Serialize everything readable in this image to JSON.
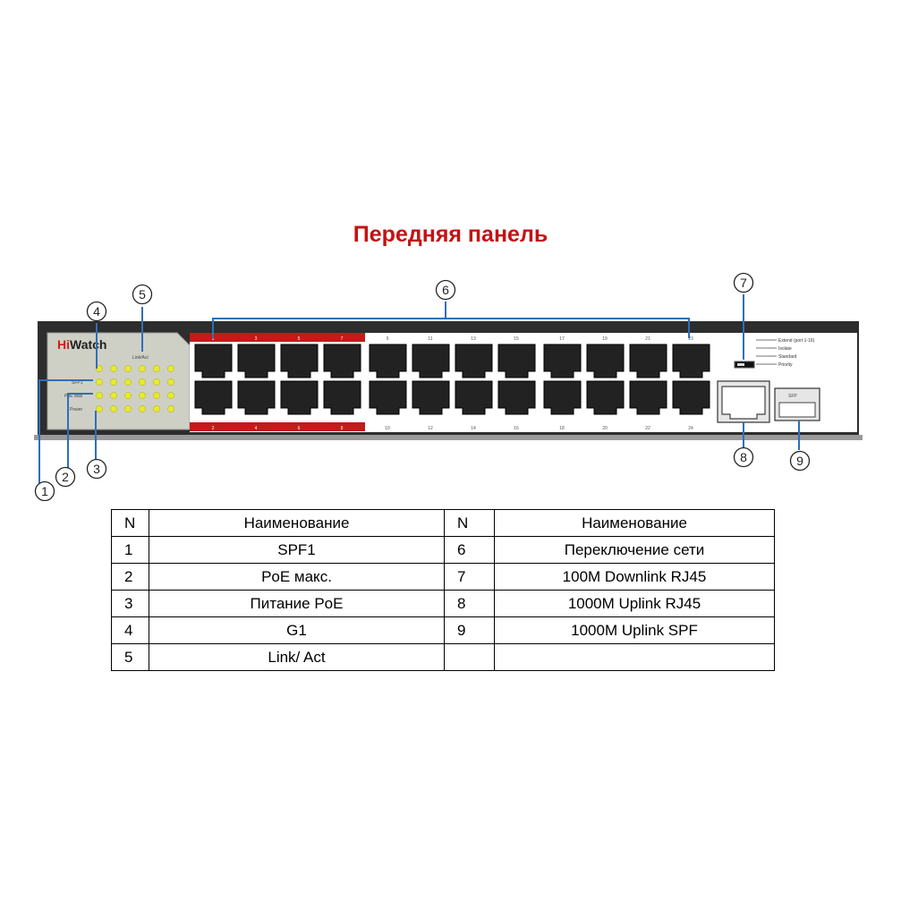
{
  "title": "Передняя панель",
  "colors": {
    "title": "#c41212",
    "chassis": "#2d2d2d",
    "led_panel": "#cfd0c5",
    "led": "#e6ea2e",
    "port_band_red": "#c41a1a",
    "callout": "#2f6fb7"
  },
  "device": {
    "brand_hi": "Hi",
    "brand_rest": "Watch",
    "led_panel_label": "Link/Act",
    "left_labels": [
      "SFP1",
      "PoE Max",
      "Power"
    ],
    "top_port_numbers": [
      "1",
      "3",
      "5",
      "7",
      "9",
      "11",
      "13",
      "15",
      "17",
      "19",
      "21",
      "23"
    ],
    "bottom_port_numbers": [
      "2",
      "4",
      "6",
      "8",
      "10",
      "12",
      "14",
      "16",
      "18",
      "20",
      "22",
      "24"
    ],
    "switch_labels": [
      "Extend (port 1-16)",
      "Isolate",
      "Standard",
      "Priority"
    ],
    "sfp_label": "SFP"
  },
  "callouts": [
    "1",
    "2",
    "3",
    "4",
    "5",
    "6",
    "7",
    "8",
    "9"
  ],
  "table": {
    "headers": [
      "N",
      "Наименование",
      "N",
      "Наименование"
    ],
    "rows": [
      [
        "1",
        "SPF1",
        "6",
        "Переключение сети"
      ],
      [
        "2",
        "PoE макс.",
        "7",
        "100M Downlink RJ45"
      ],
      [
        "3",
        "Питание PoE",
        "8",
        "1000M Uplink RJ45"
      ],
      [
        "4",
        "G1",
        "9",
        "1000M Uplink SPF"
      ],
      [
        "5",
        "Link/ Act",
        "",
        ""
      ]
    ]
  }
}
